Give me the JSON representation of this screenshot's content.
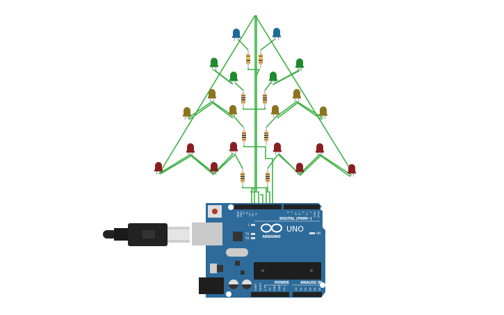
{
  "board": {
    "brand": "ARDUINO",
    "model": "UNO",
    "digital_header": "DIGITAL (PWM~)",
    "digital_pins": [
      "AREF",
      "GND",
      "13",
      "12",
      "~11",
      "~10",
      "~9",
      "8",
      "7",
      "~6",
      "~5",
      "4",
      "~3",
      "2",
      "TX▸1",
      "RX◂0"
    ],
    "led_l": "L",
    "led_tx": "TX",
    "led_rx": "RX",
    "led_on": "ON",
    "power_header": "POWER",
    "power_pins": [
      "IOREF",
      "RESET",
      "3.3V",
      "5V",
      "GND",
      "GND",
      "Vin"
    ],
    "analog_header": "ANALOG IN",
    "analog_pins": [
      "A0",
      "A1",
      "A2",
      "A3",
      "A4",
      "A5"
    ],
    "color": "#2e6b9a"
  },
  "components": {
    "leds": [
      {
        "color": "blue",
        "hex": "#1f6a96"
      },
      {
        "color": "blue",
        "hex": "#1f6a96"
      },
      {
        "color": "green",
        "hex": "#1f8a2e"
      },
      {
        "color": "green",
        "hex": "#1f8a2e"
      },
      {
        "color": "green",
        "hex": "#1f8a2e"
      },
      {
        "color": "green",
        "hex": "#1f8a2e"
      },
      {
        "color": "yellow",
        "hex": "#8a7420"
      },
      {
        "color": "yellow",
        "hex": "#8a7420"
      },
      {
        "color": "yellow",
        "hex": "#8a7420"
      },
      {
        "color": "yellow",
        "hex": "#8a7420"
      },
      {
        "color": "yellow",
        "hex": "#8a7420"
      },
      {
        "color": "yellow",
        "hex": "#8a7420"
      },
      {
        "color": "red",
        "hex": "#8a1f22"
      },
      {
        "color": "red",
        "hex": "#8a1f22"
      },
      {
        "color": "red",
        "hex": "#8a1f22"
      },
      {
        "color": "red",
        "hex": "#8a1f22"
      },
      {
        "color": "red",
        "hex": "#8a1f22"
      },
      {
        "color": "red",
        "hex": "#8a1f22"
      },
      {
        "color": "red",
        "hex": "#8a1f22"
      },
      {
        "color": "red",
        "hex": "#8a1f22"
      }
    ],
    "resistor_count": 8,
    "wire_color": "#3cb043"
  }
}
